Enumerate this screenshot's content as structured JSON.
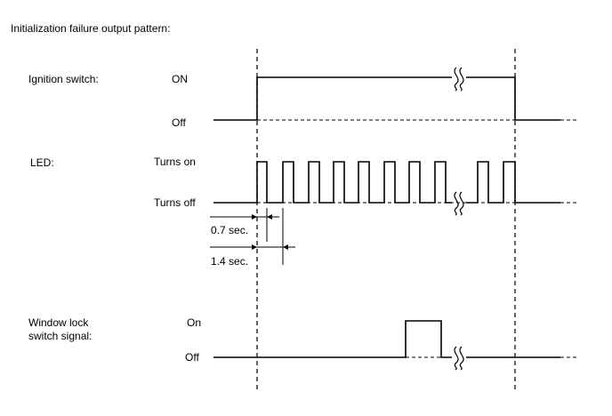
{
  "title": "Initialization failure output pattern:",
  "signals": {
    "ignition": {
      "label": "Ignition switch:",
      "high": "ON",
      "low": "Off"
    },
    "led": {
      "label": "LED:",
      "high": "Turns on",
      "low": "Turns off"
    },
    "window_lock": {
      "label_line1": "Window lock",
      "label_line2": "switch signal:",
      "high": "On",
      "low": "Off"
    }
  },
  "timing": {
    "short": "0.7 sec.",
    "long": "1.4 sec."
  }
}
